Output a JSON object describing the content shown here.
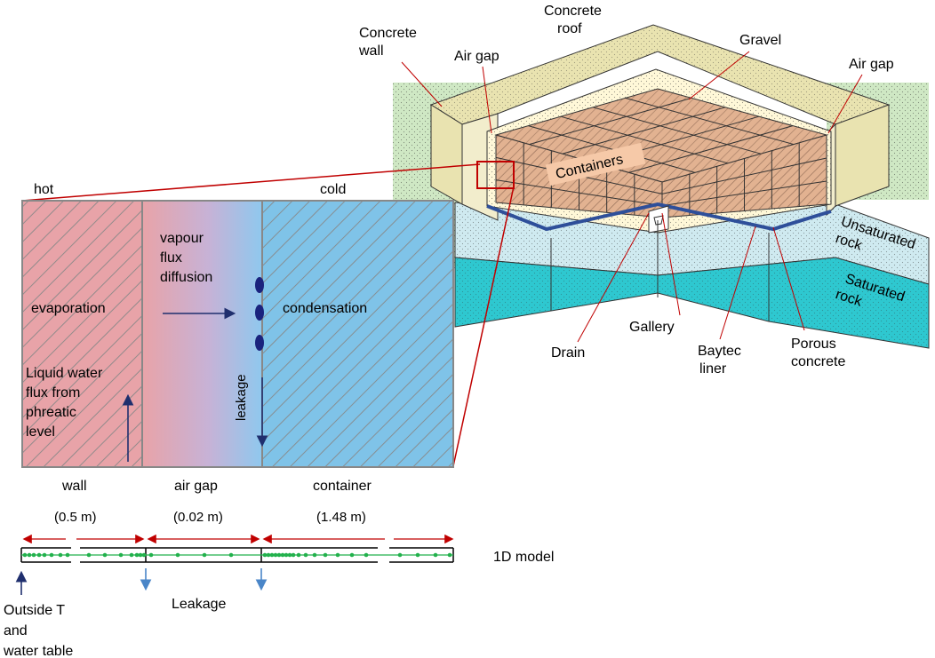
{
  "facility_labels": {
    "concrete_wall": [
      "Concrete",
      "wall"
    ],
    "concrete_roof": [
      "Concrete",
      "roof"
    ],
    "air_gap_left": "Air gap",
    "gravel": "Gravel",
    "air_gap_right": "Air gap",
    "containers": "Containers",
    "unsaturated_rock": [
      "Unsaturated",
      "rock"
    ],
    "saturated_rock": [
      "Saturated",
      "rock"
    ],
    "drain": "Drain",
    "gallery": "Gallery",
    "baytec_liner": [
      "Baytec",
      "liner"
    ],
    "porous_concrete": [
      "Porous",
      "concrete"
    ]
  },
  "detail": {
    "hot": "hot",
    "cold": "cold",
    "evaporation": "evaporation",
    "vapour": [
      "vapour",
      "flux",
      "diffusion"
    ],
    "condensation": "condensation",
    "liquid": [
      "Liquid water",
      "flux from",
      "phreatic",
      "level"
    ],
    "leakage_vertical": "leakage"
  },
  "layers": {
    "wall": "wall",
    "wall_thickness": "(0.5 m)",
    "air_gap": "air gap",
    "air_gap_thickness": "(0.02 m)",
    "container": "container",
    "container_thickness": "(1.48 m)"
  },
  "model": {
    "label": "1D model",
    "outside": [
      "Outside T",
      "and",
      "water table"
    ],
    "leakage": "Leakage"
  },
  "colors": {
    "hot_zone": "#e8a3a8",
    "cold_zone": "#7fc3e8",
    "gap_gradient_end": "#8fc8ee",
    "outline_red": "#c00000",
    "node_green": "#22b14c",
    "arrow_navy": "#1f2f6e",
    "arrow_blue": "#4a86c8",
    "soil_green": "#cfe8c4",
    "unsat_rock": "#cfeaf0",
    "sat_rock": "#2ec8d0",
    "concrete": "#e9e3b0",
    "container_brown": "#e2b291",
    "liner_blue": "#2e4f9a"
  }
}
